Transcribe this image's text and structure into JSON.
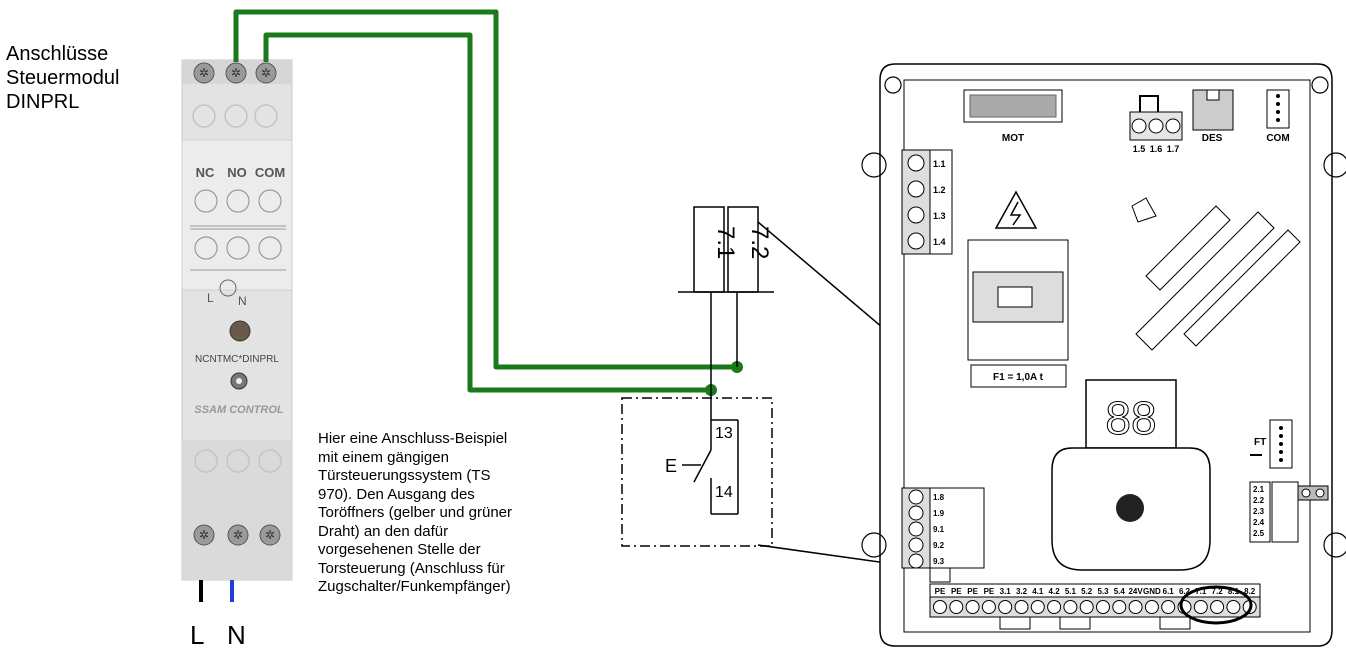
{
  "title_lines": [
    "Anschlüsse",
    "Steuermodul",
    "DINPRL"
  ],
  "module": {
    "contact_labels": [
      "NC",
      "NO",
      "COM"
    ],
    "power_label_l": "L",
    "power_label_n": "N",
    "model": "NCNTMC*DINPRL",
    "brand": "SSAM CONTROL"
  },
  "supply_labels": [
    "L",
    "N"
  ],
  "terminals": [
    "7.1",
    "7.2"
  ],
  "switch": {
    "contact_top": "13",
    "contact_bottom": "14",
    "symbol": "E"
  },
  "note_lines": [
    "Hier eine Anschluss-Beispiel",
    "mit einem gängigen",
    "Türsteuerungssystem (TS",
    "970). Den Ausgang des",
    "Toröffners (gelber und grüner",
    "Draht) an den dafür",
    "vorgesehenen Stelle der",
    "Torsteuerung (Anschluss für",
    "Zugschalter/Funkempfänger)"
  ],
  "board": {
    "mot": "MOT",
    "des": "DES",
    "com": "COM",
    "top_terminals": [
      "1.5",
      "1.6",
      "1.7"
    ],
    "left_terminals": [
      "1.1",
      "1.2",
      "1.3",
      "1.4"
    ],
    "lower_left_terminals": [
      "1.8",
      "1.9",
      "9.1",
      "9.2",
      "9.3"
    ],
    "fuse": "F1 = 1,0A t",
    "display": "88",
    "ft": "FT",
    "right_terminals": [
      "2.1",
      "2.2",
      "2.3",
      "2.4",
      "2.5"
    ],
    "bottom_terminals": [
      "PE",
      "PE",
      "PE",
      "PE",
      "3.1",
      "3.2",
      "4.1",
      "4.2",
      "5.1",
      "5.2",
      "5.3",
      "5.4",
      "24V",
      "GND",
      "6.1",
      "6.2",
      "7.1",
      "7.2",
      "8.1",
      "8.2"
    ]
  },
  "colors": {
    "wire_green": "#1a7a1a",
    "wire_blue": "#1f3fd0",
    "wire_black": "#000000"
  }
}
